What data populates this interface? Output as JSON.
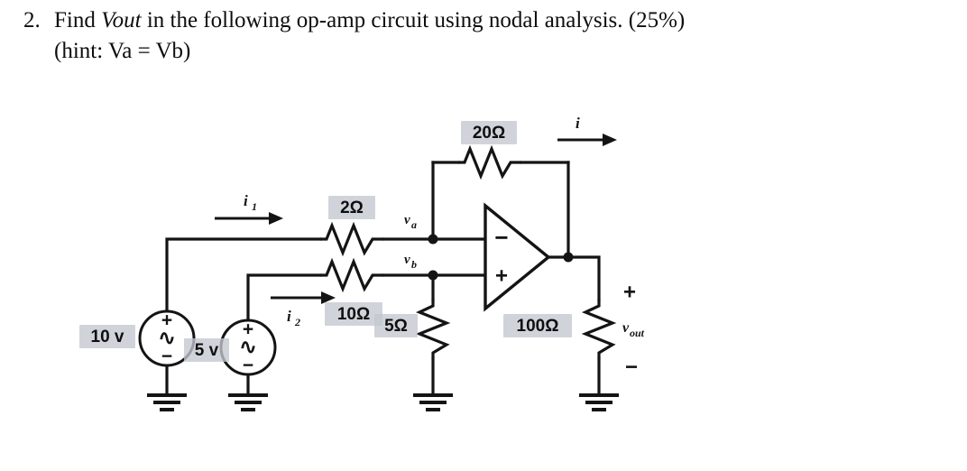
{
  "question": {
    "number": "2.",
    "line1_part1": "Find ",
    "line1_italic": "Vout",
    "line1_part2": " in the following op-amp circuit using nodal analysis. (25%)",
    "line2": "(hint: Va = Vb)"
  },
  "circuit": {
    "title": "op-amp nodal analysis circuit",
    "sources": [
      {
        "name": "source-10v",
        "label": "10 v",
        "plus": "+",
        "minus": "−",
        "wave": "∿"
      },
      {
        "name": "source-5v",
        "label": "5 v",
        "plus": "+",
        "minus": "−",
        "wave": "∿"
      }
    ],
    "resistors": [
      {
        "name": "resistor-feedback",
        "label": "20Ω"
      },
      {
        "name": "resistor-input-inverting",
        "label": "2Ω"
      },
      {
        "name": "resistor-input-noninverting",
        "label": "10Ω"
      },
      {
        "name": "resistor-shunt",
        "label": "5Ω"
      },
      {
        "name": "resistor-load",
        "label": "100Ω"
      }
    ],
    "currents": [
      {
        "name": "current-i1",
        "symbol": "i",
        "subscript": "1"
      },
      {
        "name": "current-i2",
        "symbol": "i",
        "subscript": "2"
      },
      {
        "name": "current-i",
        "symbol": "i",
        "subscript": ""
      }
    ],
    "nodes": [
      {
        "name": "node-va",
        "symbol": "v",
        "subscript": "a"
      },
      {
        "name": "node-vb",
        "symbol": "v",
        "subscript": "b"
      }
    ],
    "output": {
      "name": "output-voltage",
      "symbol": "v",
      "subscript": "out",
      "plus": "+",
      "minus": "−"
    },
    "opamp": {
      "name": "op-amp",
      "inverting_sign": "−",
      "noninverting_sign": "+"
    },
    "colors": {
      "ink": "#141414",
      "highlight": "#c3c8cf",
      "background": "#ffffff"
    }
  }
}
